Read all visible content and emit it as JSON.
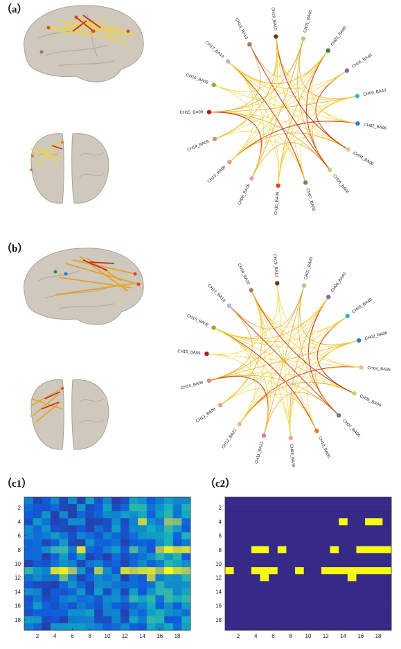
{
  "panels": {
    "a": {
      "label": "（a）",
      "channels": [
        {
          "id": "CH01_BA40",
          "color": "#9bd68c"
        },
        {
          "id": "CH03_BA40",
          "color": "#2e8b3e"
        },
        {
          "id": "CH06_BA40",
          "color": "#8e62b8"
        },
        {
          "id": "CH09_BA40",
          "color": "#27b6d9"
        },
        {
          "id": "CH02_BA06",
          "color": "#1f7fd1"
        },
        {
          "id": "CH04_BA06",
          "color": "#d7c2a8"
        },
        {
          "id": "CH05_BA06",
          "color": "#c8d36a"
        },
        {
          "id": "CH07_BA06",
          "color": "#7a7a7a"
        },
        {
          "id": "CH10_BA06",
          "color": "#d94a1c"
        },
        {
          "id": "CH08_BA39",
          "color": "#e8a0b0"
        },
        {
          "id": "CH13_BA08",
          "color": "#e9a07d"
        },
        {
          "id": "CH14_BA09",
          "color": "#c89090"
        },
        {
          "id": "CH15_BA09",
          "color": "#b01a1a"
        },
        {
          "id": "CH16_BA09",
          "color": "#9aa839"
        },
        {
          "id": "CH17_BA10",
          "color": "#b0b8e0"
        },
        {
          "id": "CH18_BA10",
          "color": "#a87a5a"
        },
        {
          "id": "CH19_BA10",
          "color": "#6a3a1a"
        }
      ]
    },
    "b": {
      "label": "（b）",
      "channels": [
        {
          "id": "CH01_BA40",
          "color": "#9bd68c"
        },
        {
          "id": "CH06_BA40",
          "color": "#8e62b8"
        },
        {
          "id": "CH09_BA40",
          "color": "#27b6d9"
        },
        {
          "id": "CH02_BA06",
          "color": "#1f7fd1"
        },
        {
          "id": "CH04_BA06",
          "color": "#d7c2a8"
        },
        {
          "id": "CH05_BA06",
          "color": "#c8d36a"
        },
        {
          "id": "CH07_BA06",
          "color": "#7a7a7a"
        },
        {
          "id": "CH10_BA06",
          "color": "#e07a1c"
        },
        {
          "id": "CH08_BA39",
          "color": "#e8a0b0"
        },
        {
          "id": "CH11_BA22",
          "color": "#d97aa8"
        },
        {
          "id": "CH12_BA22",
          "color": "#e8b890"
        },
        {
          "id": "CH13_BA08",
          "color": "#e9a07d"
        },
        {
          "id": "CH14_BA09",
          "color": "#c89090"
        },
        {
          "id": "CH15_BA09",
          "color": "#b01a1a"
        },
        {
          "id": "CH16_BA09",
          "color": "#9aa839"
        },
        {
          "id": "CH17_BA10",
          "color": "#b0b8e0"
        },
        {
          "id": "CH18_BA10",
          "color": "#a87a5a"
        },
        {
          "id": "CH19_BA10",
          "color": "#6a3a1a"
        }
      ]
    },
    "c1": {
      "label": "（c1）",
      "ticks_x": [
        "2",
        "4",
        "6",
        "8",
        "10",
        "12",
        "14",
        "16",
        "18"
      ],
      "ticks_y": [
        "2",
        "4",
        "6",
        "8",
        "10",
        "12",
        "14",
        "16",
        "18"
      ]
    },
    "c2": {
      "label": "（c2）",
      "ticks_x": [
        "2",
        "4",
        "6",
        "8",
        "10",
        "12",
        "14",
        "16",
        "18"
      ],
      "ticks_y": [
        "2",
        "4",
        "6",
        "8",
        "10",
        "12",
        "14",
        "16",
        "18"
      ],
      "highlight_cells": [
        [
          4,
          14
        ],
        [
          4,
          17
        ],
        [
          4,
          18
        ],
        [
          8,
          4
        ],
        [
          8,
          5
        ],
        [
          8,
          7
        ],
        [
          8,
          13
        ],
        [
          8,
          16
        ],
        [
          8,
          17
        ],
        [
          8,
          18
        ],
        [
          8,
          19
        ],
        [
          11,
          1
        ],
        [
          11,
          4
        ],
        [
          11,
          5
        ],
        [
          11,
          6
        ],
        [
          11,
          9
        ],
        [
          11,
          12
        ],
        [
          11,
          13
        ],
        [
          11,
          14
        ],
        [
          11,
          15
        ],
        [
          11,
          16
        ],
        [
          11,
          17
        ],
        [
          11,
          18
        ],
        [
          11,
          19
        ],
        [
          12,
          5
        ],
        [
          12,
          15
        ]
      ]
    }
  },
  "colors": {
    "heat_low": "#352a87",
    "heat_high": "#f9fb0e",
    "edge_yellow": "#f2d33a",
    "edge_orange": "#e8a11d",
    "edge_red": "#c0301c",
    "brain": "#cfc8bd"
  }
}
